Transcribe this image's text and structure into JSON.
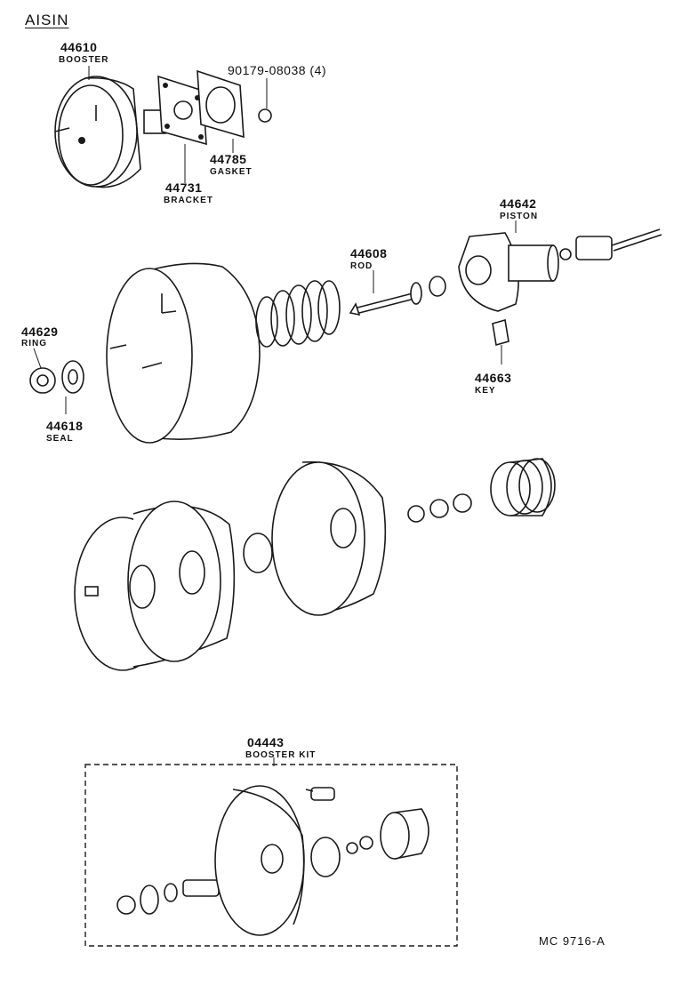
{
  "header": {
    "maker": "AISIN"
  },
  "parts": [
    {
      "num": "44610",
      "name": "BOOSTER"
    },
    {
      "num": "90179-08038 (4)",
      "name": ""
    },
    {
      "num": "44785",
      "name": "GASKET"
    },
    {
      "num": "44731",
      "name": "BRACKET"
    },
    {
      "num": "44642",
      "name": "PISTON"
    },
    {
      "num": "44608",
      "name": "ROD"
    },
    {
      "num": "44629",
      "name": "RING"
    },
    {
      "num": "44618",
      "name": "SEAL"
    },
    {
      "num": "44663",
      "name": "KEY"
    },
    {
      "num": "04443",
      "name": "BOOSTER KIT"
    }
  ],
  "footer": {
    "code": "MC 9716-A"
  }
}
